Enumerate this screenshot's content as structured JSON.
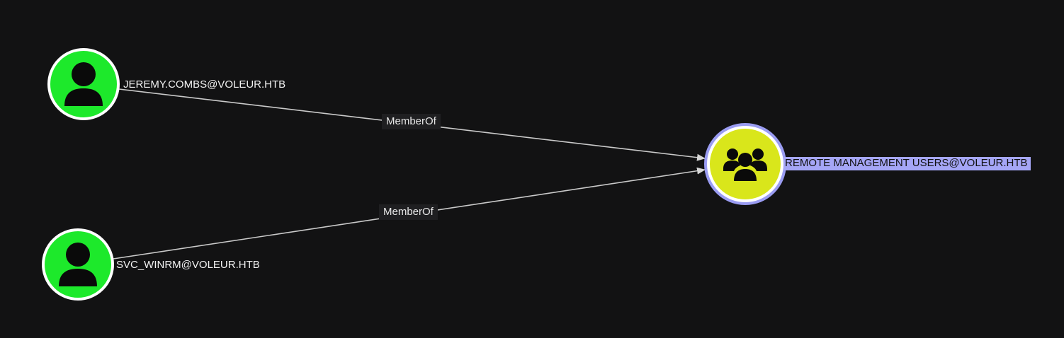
{
  "graph": {
    "background_color": "#121213",
    "nodes": [
      {
        "id": "jeremy",
        "kind": "user",
        "label": "JEREMY.COMBS@VOLEUR.HTB",
        "icon": "user-icon",
        "fill": "#1de92b"
      },
      {
        "id": "svc_winrm",
        "kind": "user",
        "label": "SVC_WINRM@VOLEUR.HTB",
        "icon": "user-icon",
        "fill": "#1de92b"
      },
      {
        "id": "remote_mgmt",
        "kind": "group",
        "label": "REMOTE MANAGEMENT USERS@VOLEUR.HTB",
        "icon": "group-icon",
        "fill": "#d9e61b",
        "selected": true,
        "highlight_color": "#a5a6f6"
      }
    ],
    "edges": [
      {
        "from": "jeremy",
        "to": "remote_mgmt",
        "label": "MemberOf"
      },
      {
        "from": "svc_winrm",
        "to": "remote_mgmt",
        "label": "MemberOf"
      }
    ]
  }
}
